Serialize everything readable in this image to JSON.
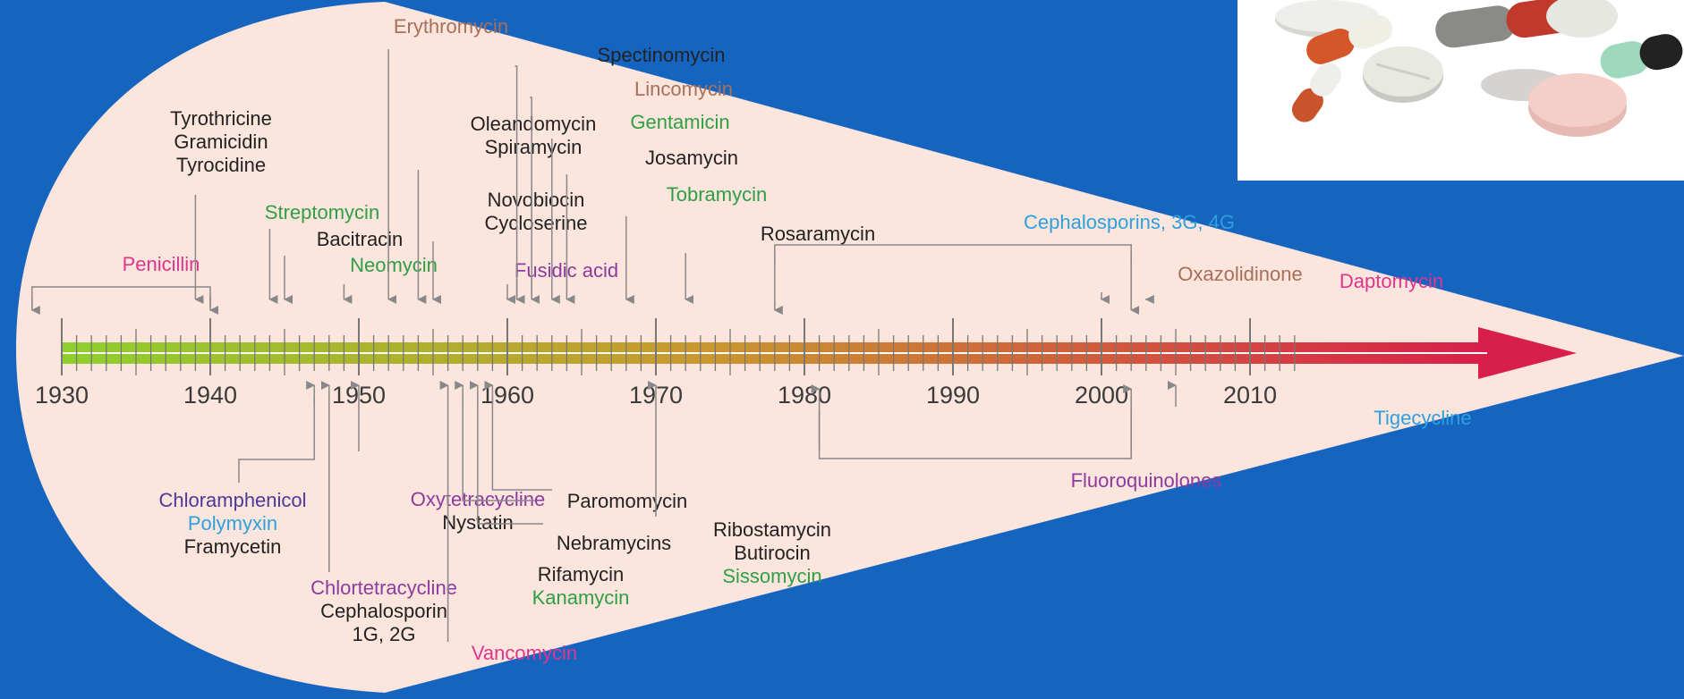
{
  "colors": {
    "background": "#1565c0",
    "teardrop": "#fbe5dc",
    "black": "#222222",
    "pink": "#e0358f",
    "green": "#2f9e44",
    "brown": "#a8705a",
    "purple": "#8e3aa0",
    "blue": "#2ea0dd",
    "indigo": "#4b3a9a",
    "axis_start": "#8fcf2e",
    "axis_end": "#d81f4a"
  },
  "axis": {
    "start_year": 1930,
    "end_year": 2013,
    "year_labels": [
      "1930",
      "1940",
      "1950",
      "1960",
      "1970",
      "1980",
      "1990",
      "2000",
      "2010"
    ]
  },
  "above": [
    {
      "lines": [
        "Penicillin"
      ],
      "color": "pink",
      "range": [
        1928,
        1940
      ]
    },
    {
      "lines": [
        "Tyrothricine",
        "Gramicidin",
        "Tyrocidine"
      ],
      "color": "black",
      "year": 1939
    },
    {
      "lines": [
        "Streptomycin"
      ],
      "color": "green",
      "year": 1944
    },
    {
      "lines": [
        "Bacitracin"
      ],
      "color": "black",
      "year": 1945
    },
    {
      "lines": [
        "Neomycin"
      ],
      "color": "green",
      "year": 1949
    },
    {
      "lines": [
        "Erythromycin"
      ],
      "color": "brown",
      "year": 1952
    },
    {
      "lines": [
        "Oleandomycin",
        "Spiramycin"
      ],
      "color": "black",
      "year": 1954
    },
    {
      "lines": [
        "Novobiocin",
        "Cycloserine"
      ],
      "color": "black",
      "year": 1955
    },
    {
      "lines": [
        "Fusidic acid"
      ],
      "color": "purple",
      "year": 1960
    },
    {
      "lines": [
        "Spectinomycin"
      ],
      "color": "black",
      "year": 1961
    },
    {
      "lines": [
        "Lincomycin"
      ],
      "color": "brown",
      "year": 1962
    },
    {
      "lines": [
        "Gentamicin"
      ],
      "color": "green",
      "year": 1963
    },
    {
      "lines": [
        "Josamycin"
      ],
      "color": "black",
      "year": 1964
    },
    {
      "lines": [
        "Tobramycin"
      ],
      "color": "green",
      "year": 1968
    },
    {
      "lines": [
        "Rosaramycin"
      ],
      "color": "black",
      "year": 1972
    },
    {
      "lines": [
        "Cephalosporins, 3G, 4G"
      ],
      "color": "blue",
      "range": [
        1978,
        2002
      ]
    },
    {
      "lines": [
        "Oxazolidinone"
      ],
      "color": "brown",
      "year": 2000
    },
    {
      "lines": [
        "Daptomycin"
      ],
      "color": "pink",
      "year": 2003
    }
  ],
  "below": [
    {
      "lines": [
        "Chloramphenicol",
        "Polymyxin",
        "Framycetin"
      ],
      "colors": [
        "indigo",
        "blue",
        "black"
      ],
      "year": 1947
    },
    {
      "lines": [
        "Chlortetracycline",
        "Cephalosporin",
        "1G, 2G"
      ],
      "colors": [
        "purple",
        "black",
        "black"
      ],
      "year": 1948
    },
    {
      "lines": [
        "Oxytetracycline",
        "Nystatin"
      ],
      "colors": [
        "purple",
        "black"
      ],
      "year": 1950
    },
    {
      "lines": [
        "Vancomycin"
      ],
      "colors": [
        "pink"
      ],
      "year": 1956
    },
    {
      "lines": [
        "Rifamycin",
        "Kanamycin"
      ],
      "colors": [
        "black",
        "green"
      ],
      "year": 1957
    },
    {
      "lines": [
        "Nebramycins"
      ],
      "colors": [
        "black"
      ],
      "year": 1958
    },
    {
      "lines": [
        "Paromomycin"
      ],
      "colors": [
        "black"
      ],
      "year": 1959
    },
    {
      "lines": [
        "Ribostamycin",
        "Butirocin",
        "Sissomycin"
      ],
      "colors": [
        "black",
        "black",
        "green"
      ],
      "year": 1970
    },
    {
      "lines": [
        "Fluoroquinolones"
      ],
      "colors": [
        "purple"
      ],
      "range": [
        1981,
        2002
      ]
    },
    {
      "lines": [
        "Tigecycline"
      ],
      "colors": [
        "blue"
      ],
      "year": 2005
    }
  ]
}
